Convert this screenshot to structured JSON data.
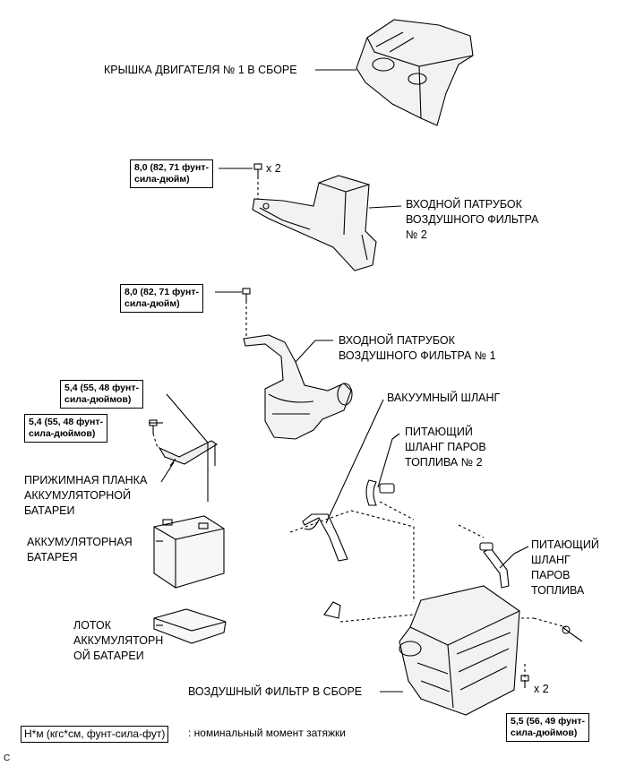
{
  "parts": {
    "engine_cover": "КРЫШКА ДВИГАТЕЛЯ № 1 В СБОРЕ",
    "air_inlet_2": [
      "ВХОДНОЙ ПАТРУБОК",
      "ВОЗДУШНОГО ФИЛЬТРА",
      "№ 2"
    ],
    "air_inlet_1": [
      "ВХОДНОЙ ПАТРУБОК",
      "ВОЗДУШНОГО ФИЛЬТРА № 1"
    ],
    "vacuum_hose": "ВАКУУМНЫЙ ШЛАНГ",
    "fuel_vapor_hose_2": [
      "ПИТАЮЩИЙ",
      "ШЛАНГ ПАРОВ",
      "ТОПЛИВА № 2"
    ],
    "battery_clamp": [
      "ПРИЖИМНАЯ ПЛАНКА",
      "АККУМУЛЯТОРНОЙ",
      "БАТАРЕИ"
    ],
    "battery": [
      "АККУМУЛЯТОРНАЯ",
      "БАТАРЕЯ"
    ],
    "fuel_vapor_hose": [
      "ПИТАЮЩИЙ",
      "ШЛАНГ",
      "ПАРОВ",
      "ТОПЛИВА"
    ],
    "battery_tray": [
      "ЛОТОК",
      "АККУМУЛЯТОРН",
      "ОЙ БАТАРЕИ"
    ],
    "air_cleaner": "ВОЗДУШНЫЙ ФИЛЬТР В СБОРЕ"
  },
  "torques": {
    "t1": [
      "8,0 (82, 71 фунт-",
      "сила-дюйм)"
    ],
    "t2": [
      "8,0 (82, 71 фунт-",
      "сила-дюйм)"
    ],
    "t3": [
      "5,4 (55, 48 фунт-",
      "сила-дюймов)"
    ],
    "t4": [
      "5,4 (55, 48 фунт-",
      "сила-дюймов)"
    ],
    "t5": [
      "5,5 (56, 49 фунт-",
      "сила-дюймов)"
    ]
  },
  "multipliers": {
    "m1": "x 2",
    "m2": "x 2"
  },
  "legend": {
    "box": "Н*м (кгс*см, фунт-сила-фут)",
    "text": ": номинальный момент затяжки"
  },
  "corner_mark": "C"
}
